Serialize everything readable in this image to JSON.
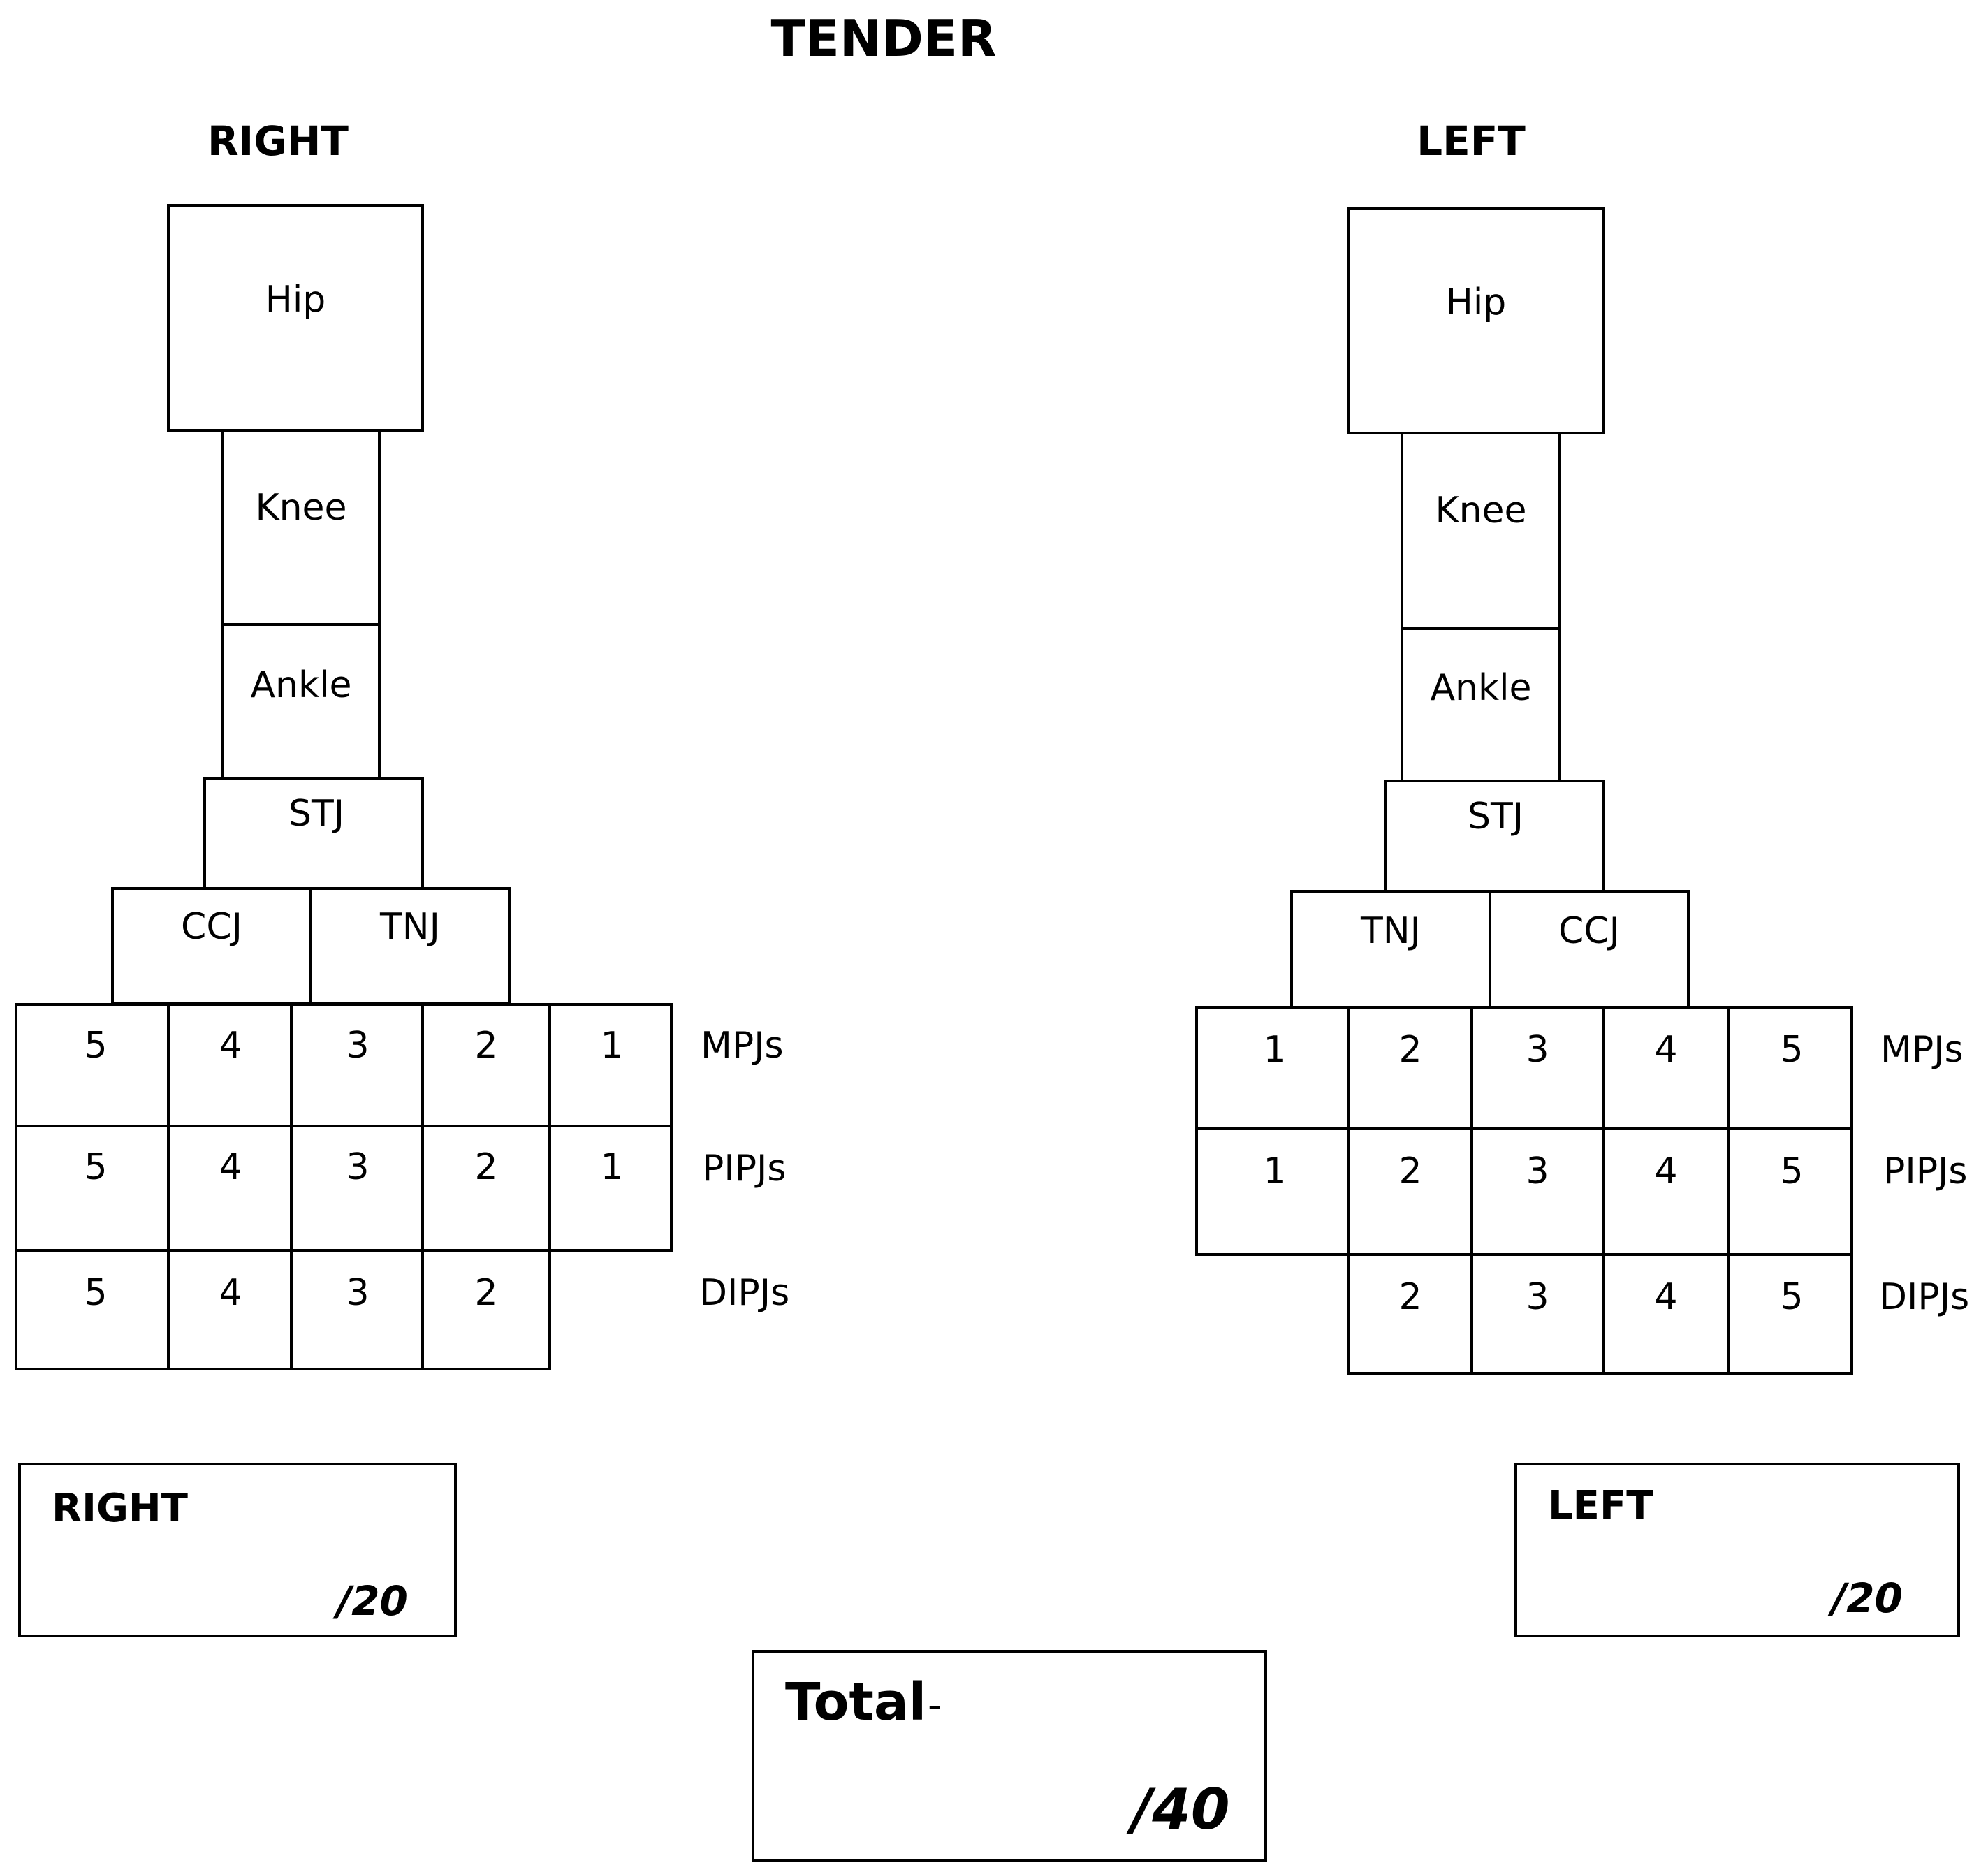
{
  "title": "TENDER",
  "right": {
    "heading": "RIGHT",
    "hip": "Hip",
    "knee": "Knee",
    "ankle": "Ankle",
    "stj": "STJ",
    "midfoot": [
      "CCJ",
      "TNJ"
    ],
    "mpj": [
      "5",
      "4",
      "3",
      "2",
      "1"
    ],
    "pipj": [
      "5",
      "4",
      "3",
      "2",
      "1"
    ],
    "dipj": [
      "5",
      "4",
      "3",
      "2"
    ],
    "score_label": "RIGHT",
    "score_max": "/20"
  },
  "left": {
    "heading": "LEFT",
    "hip": "Hip",
    "knee": "Knee",
    "ankle": "Ankle",
    "stj": "STJ",
    "midfoot": [
      "TNJ",
      "CCJ"
    ],
    "mpj": [
      "1",
      "2",
      "3",
      "4",
      "5"
    ],
    "pipj": [
      "1",
      "2",
      "3",
      "4",
      "5"
    ],
    "dipj": [
      "2",
      "3",
      "4",
      "5"
    ],
    "score_label": "LEFT",
    "score_max": "/20"
  },
  "row_labels": {
    "mpj": "MPJs",
    "pipj": "PIPJs",
    "dipj": "DIPJs"
  },
  "total": {
    "label": "Total",
    "dash": "-",
    "max": "/40"
  }
}
